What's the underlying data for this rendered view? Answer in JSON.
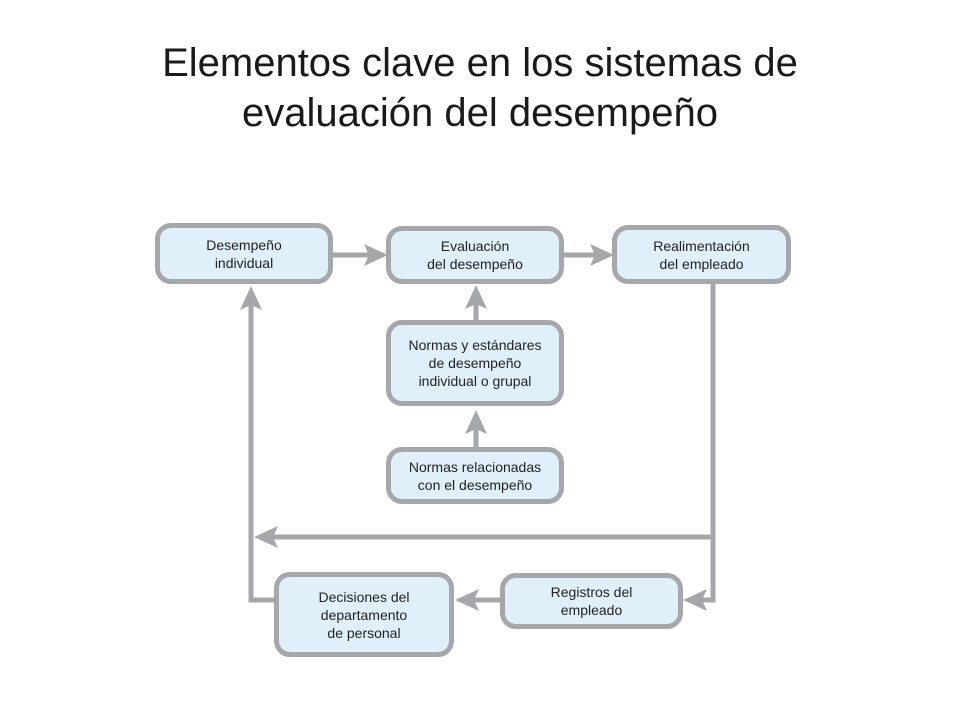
{
  "title": {
    "line1": "Elementos clave en los sistemas de",
    "line2": "evaluación del desempeño"
  },
  "colors": {
    "node_fill": "#dff0fb",
    "node_border": "#a6a7ab",
    "arrow": "#a6a7ab"
  },
  "nodes": {
    "desempeno": {
      "lines": [
        "Desempeño",
        "individual"
      ]
    },
    "evaluacion": {
      "lines": [
        "Evaluación",
        "del desempeño"
      ]
    },
    "realimentacion": {
      "lines": [
        "Realimentación",
        "del empleado"
      ]
    },
    "normas_estandares": {
      "lines": [
        "Normas y estándares",
        "de desempeño",
        "individual o grupal"
      ]
    },
    "normas_relacionadas": {
      "lines": [
        "Normas relacionadas",
        "con el desempeño"
      ]
    },
    "decisiones": {
      "lines": [
        "Decisiones del",
        "departamento",
        "de personal"
      ]
    },
    "registros": {
      "lines": [
        "Registros del",
        "empleado"
      ]
    }
  }
}
